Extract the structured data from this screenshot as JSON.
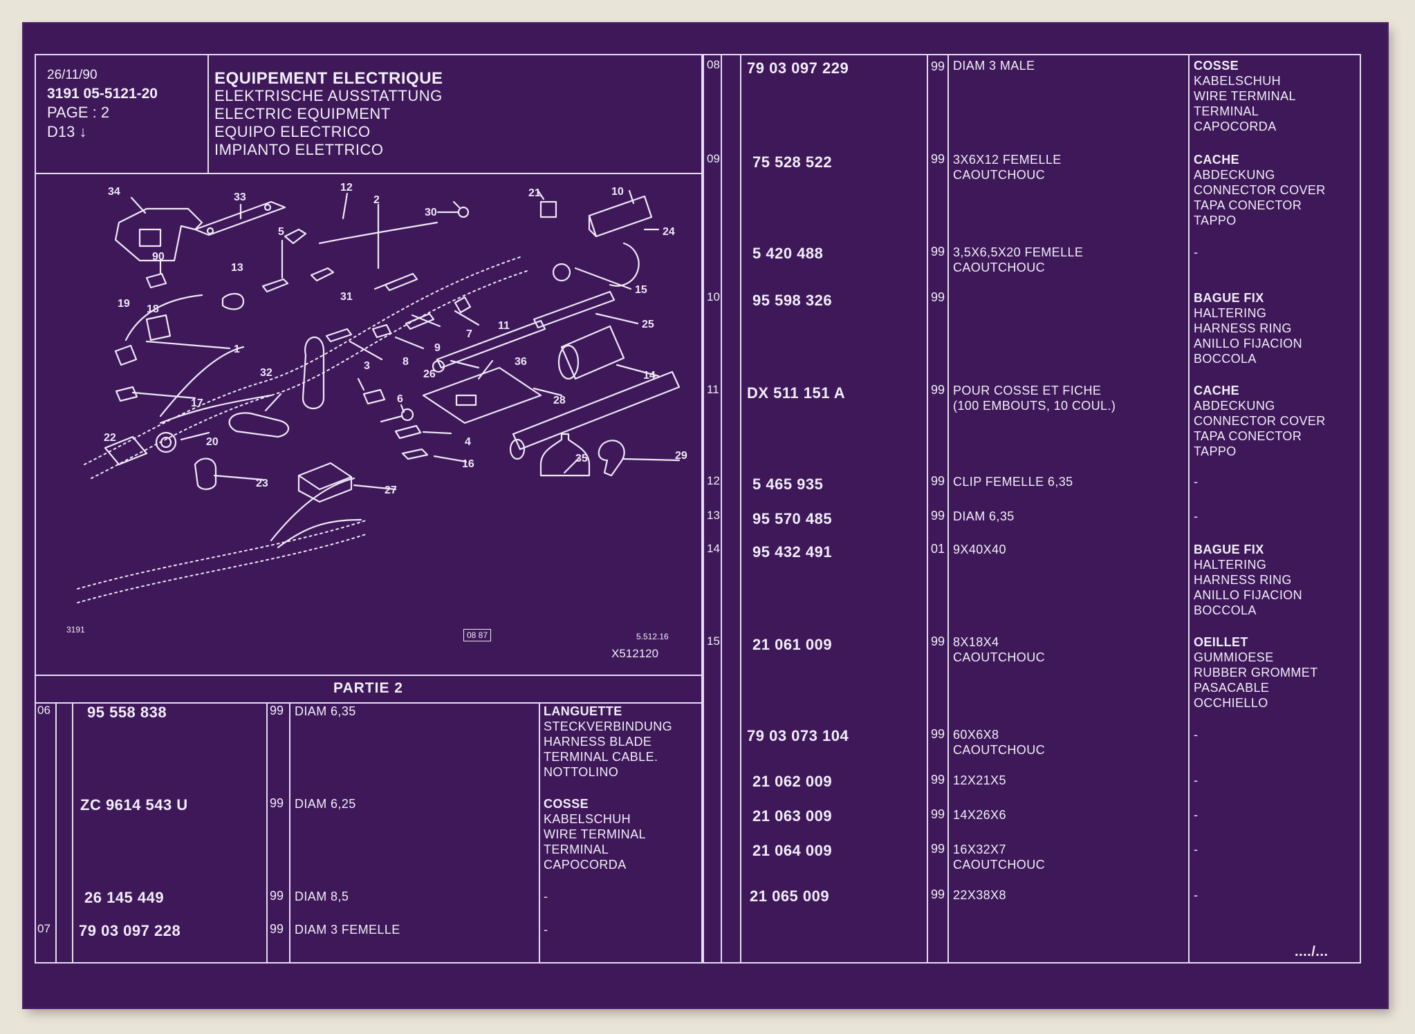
{
  "header": {
    "date": "26/11/90",
    "ref": "3191  05-5121-20",
    "page": "PAGE : 2",
    "code": "D13",
    "titles": [
      "EQUIPEMENT ELECTRIQUE",
      "ELEKTRISCHE AUSSTATTUNG",
      "ELECTRIC EQUIPMENT",
      "EQUIPO ELECTRICO",
      "IMPIANTO ELETTRICO"
    ]
  },
  "diagram": {
    "labels": [
      "34",
      "33",
      "12",
      "2",
      "30",
      "21",
      "10",
      "24",
      "5",
      "13",
      "90",
      "15",
      "31",
      "11",
      "7",
      "25",
      "19",
      "18",
      "9",
      "8",
      "1",
      "26",
      "36",
      "14",
      "3",
      "32",
      "17",
      "6",
      "28",
      "4",
      "22",
      "20",
      "16",
      "35",
      "29",
      "23",
      "27"
    ],
    "ref_left": "3191",
    "ref_box": "08 87",
    "ref_right": "5.512.16",
    "ref_code": "X512120"
  },
  "partie": "PARTIE 2",
  "left_rows": [
    {
      "idx": "06",
      "pn": "95 558 838",
      "qty": "99",
      "desc": [
        "DIAM 6,35"
      ],
      "lang": [
        "LANGUETTE",
        "STECKVERBINDUNG",
        "HARNESS BLADE",
        "TERMINAL CABLE.",
        "NOTTOLINO"
      ]
    },
    {
      "idx": "",
      "pn": "ZC 9614 543 U",
      "qty": "99",
      "desc": [
        "DIAM 6,25"
      ],
      "lang": [
        "COSSE",
        "KABELSCHUH",
        "WIRE TERMINAL",
        "TERMINAL",
        "CAPOCORDA"
      ]
    },
    {
      "idx": "",
      "pn": "26 145 449",
      "qty": "99",
      "desc": [
        "DIAM 8,5"
      ],
      "lang": [
        "-"
      ]
    },
    {
      "idx": "07",
      "pn": "79 03 097 228",
      "qty": "99",
      "desc": [
        "DIAM 3 FEMELLE"
      ],
      "lang": [
        "-"
      ]
    }
  ],
  "right_rows": [
    {
      "idx": "08",
      "pn": "79 03 097 229",
      "qty": "99",
      "desc": [
        "DIAM 3 MALE"
      ],
      "lang": [
        "COSSE",
        "KABELSCHUH",
        "WIRE TERMINAL",
        "TERMINAL",
        "CAPOCORDA"
      ]
    },
    {
      "idx": "09",
      "pn": "75 528 522",
      "qty": "99",
      "desc": [
        "3X6X12 FEMELLE",
        "CAOUTCHOUC"
      ],
      "lang": [
        "CACHE",
        "ABDECKUNG",
        "CONNECTOR COVER",
        "TAPA CONECTOR",
        "TAPPO"
      ]
    },
    {
      "idx": "",
      "pn": "5 420 488",
      "qty": "99",
      "desc": [
        "3,5X6,5X20 FEMELLE",
        "CAOUTCHOUC"
      ],
      "lang": [
        "-"
      ]
    },
    {
      "idx": "10",
      "pn": "95 598 326",
      "qty": "99",
      "desc": [],
      "lang": [
        "BAGUE FIX",
        "HALTERING",
        "HARNESS RING",
        "ANILLO FIJACION",
        "BOCCOLA"
      ]
    },
    {
      "idx": "11",
      "pn": "DX 511 151 A",
      "qty": "99",
      "desc": [
        "POUR COSSE ET FICHE",
        "(100 EMBOUTS, 10 COUL.)"
      ],
      "lang": [
        "CACHE",
        "ABDECKUNG",
        "CONNECTOR COVER",
        "TAPA CONECTOR",
        "TAPPO"
      ]
    },
    {
      "idx": "12",
      "pn": "5 465 935",
      "qty": "99",
      "desc": [
        "CLIP FEMELLE 6,35"
      ],
      "lang": [
        "-"
      ]
    },
    {
      "idx": "13",
      "pn": "95 570 485",
      "qty": "99",
      "desc": [
        "DIAM 6,35"
      ],
      "lang": [
        "-"
      ]
    },
    {
      "idx": "14",
      "pn": "95 432 491",
      "qty": "01",
      "desc": [
        "9X40X40"
      ],
      "lang": [
        "BAGUE FIX",
        "HALTERING",
        "HARNESS RING",
        "ANILLO FIJACION",
        "BOCCOLA"
      ]
    },
    {
      "idx": "15",
      "pn": "21 061 009",
      "qty": "99",
      "desc": [
        "8X18X4",
        "CAOUTCHOUC"
      ],
      "lang": [
        "OEILLET",
        "GUMMIOESE",
        "RUBBER GROMMET",
        "PASACABLE",
        "OCCHIELLO"
      ]
    },
    {
      "idx": "",
      "pn": "79 03 073 104",
      "qty": "99",
      "desc": [
        "60X6X8",
        "CAOUTCHOUC"
      ],
      "lang": [
        "-"
      ]
    },
    {
      "idx": "",
      "pn": "21 062 009",
      "qty": "99",
      "desc": [
        "12X21X5"
      ],
      "lang": [
        "-"
      ]
    },
    {
      "idx": "",
      "pn": "21 063 009",
      "qty": "99",
      "desc": [
        "14X26X6"
      ],
      "lang": [
        "-"
      ]
    },
    {
      "idx": "",
      "pn": "21 064 009",
      "qty": "99",
      "desc": [
        "16X32X7",
        "CAOUTCHOUC"
      ],
      "lang": [
        "-"
      ]
    },
    {
      "idx": "",
      "pn": "21 065 009",
      "qty": "99",
      "desc": [
        "22X38X8"
      ],
      "lang": [
        "-"
      ]
    }
  ],
  "continuation": "..../..."
}
